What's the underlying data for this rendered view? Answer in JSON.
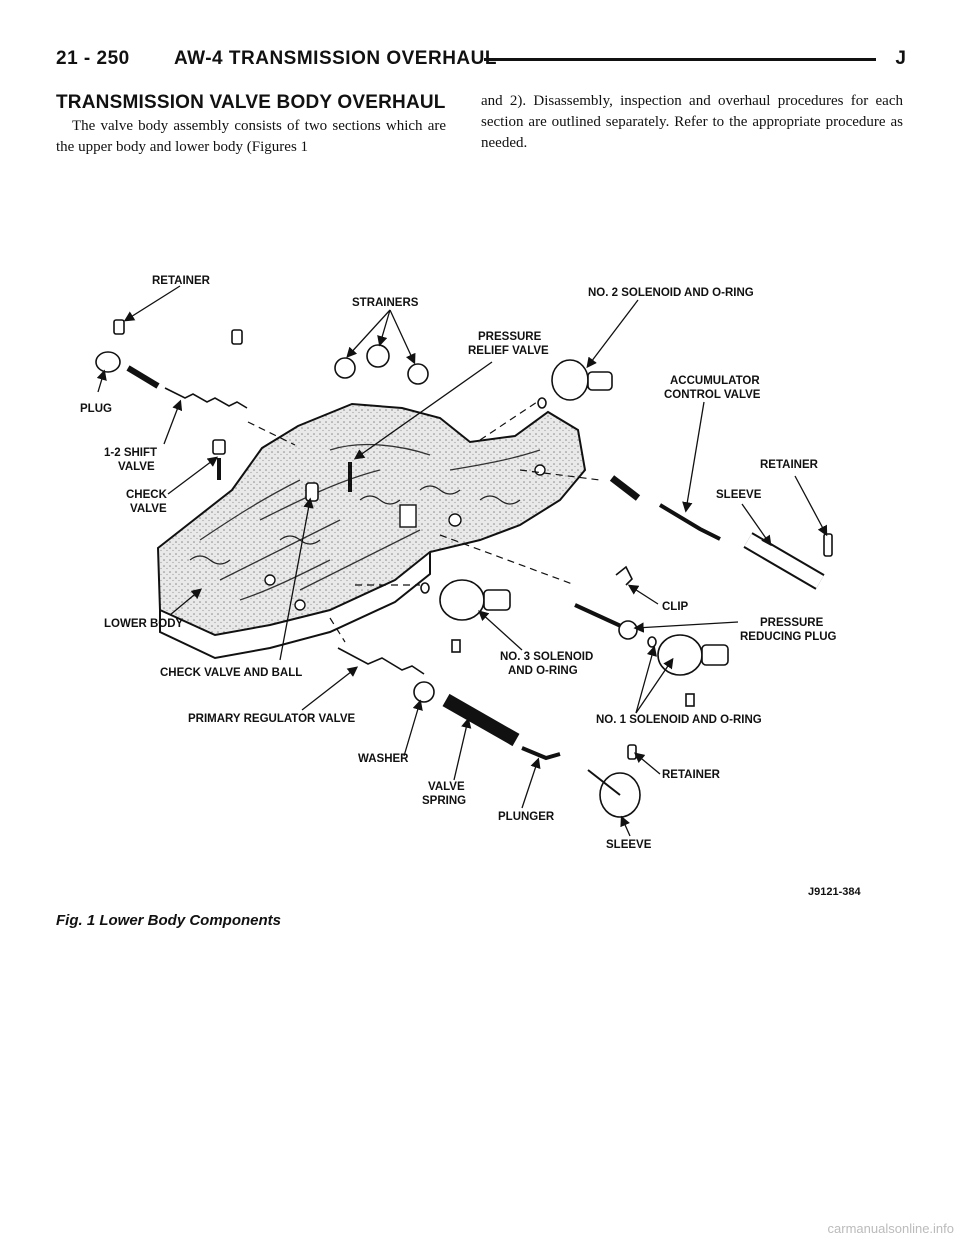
{
  "header": {
    "page_number": "21 - 250",
    "title": "AW-4 TRANSMISSION OVERHAUL",
    "mark": "J"
  },
  "section": {
    "title": "TRANSMISSION VALVE BODY OVERHAUL",
    "col1_text": "The valve body assembly consists of two sections which are the upper body and lower body (Figures 1",
    "col2_text": "and 2). Disassembly, inspection and overhaul procedures for each section are outlined separately. Refer to the appropriate procedure as needed."
  },
  "figure": {
    "caption": "Fig. 1 Lower Body Components",
    "figure_id": "J9121-384",
    "labels": {
      "retainer_top": "RETAINER",
      "strainers": "STRAINERS",
      "no2_solenoid": "NO. 2 SOLENOID AND O-RING",
      "pressure_relief_1": "PRESSURE",
      "pressure_relief_2": "RELIEF VALVE",
      "plug": "PLUG",
      "shift_valve_1": "1-2 SHIFT",
      "shift_valve_2": "VALVE",
      "accumulator_1": "ACCUMULATOR",
      "accumulator_2": "CONTROL VALVE",
      "retainer_right": "RETAINER",
      "check_valve_1": "CHECK",
      "check_valve_2": "VALVE",
      "sleeve_right": "SLEEVE",
      "lower_body": "LOWER BODY",
      "clip": "CLIP",
      "pressure_reducing_1": "PRESSURE",
      "pressure_reducing_2": "REDUCING PLUG",
      "check_valve_ball": "CHECK VALVE AND BALL",
      "no3_solenoid_1": "NO. 3 SOLENOID",
      "no3_solenoid_2": "AND O-RING",
      "no1_solenoid": "NO. 1 SOLENOID AND O-RING",
      "primary_regulator": "PRIMARY REGULATOR VALVE",
      "washer": "WASHER",
      "valve_spring_1": "VALVE",
      "valve_spring_2": "SPRING",
      "retainer_bottom": "RETAINER",
      "plunger": "PLUNGER",
      "sleeve_bottom": "SLEEVE"
    }
  },
  "footer": {
    "watermark": "carmanualsonline.info"
  }
}
